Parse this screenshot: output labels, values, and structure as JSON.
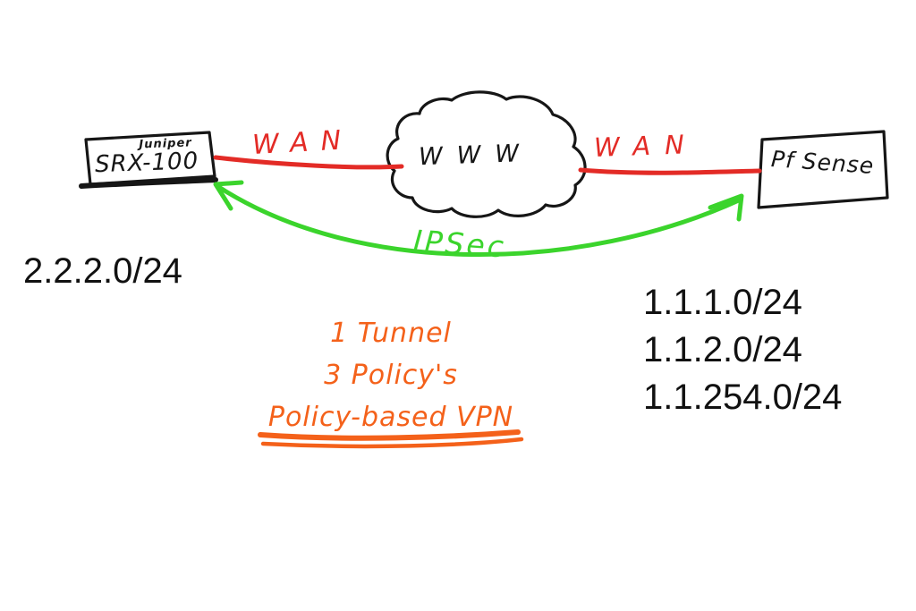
{
  "diagram": {
    "devices": {
      "left": {
        "vendor": "Juniper",
        "model": "SRX-100",
        "network": "2.2.2.0/24"
      },
      "right": {
        "name": "Pf Sense",
        "networks": [
          "1.1.1.0/24",
          "1.1.2.0/24",
          "1.1.254.0/24"
        ]
      }
    },
    "cloud": {
      "label": "WWW"
    },
    "links": {
      "wan_left": {
        "label": "WAN"
      },
      "wan_right": {
        "label": "WAN"
      },
      "tunnel": {
        "label": "IPSec"
      }
    },
    "annotation": {
      "lines": [
        "1 Tunnel",
        "3 Policy's",
        "Policy-based VPN"
      ]
    },
    "colors": {
      "ink": "#161616",
      "wan": "#e32b26",
      "tunnel": "#3bd42c",
      "annotation": "#f4611a"
    }
  }
}
